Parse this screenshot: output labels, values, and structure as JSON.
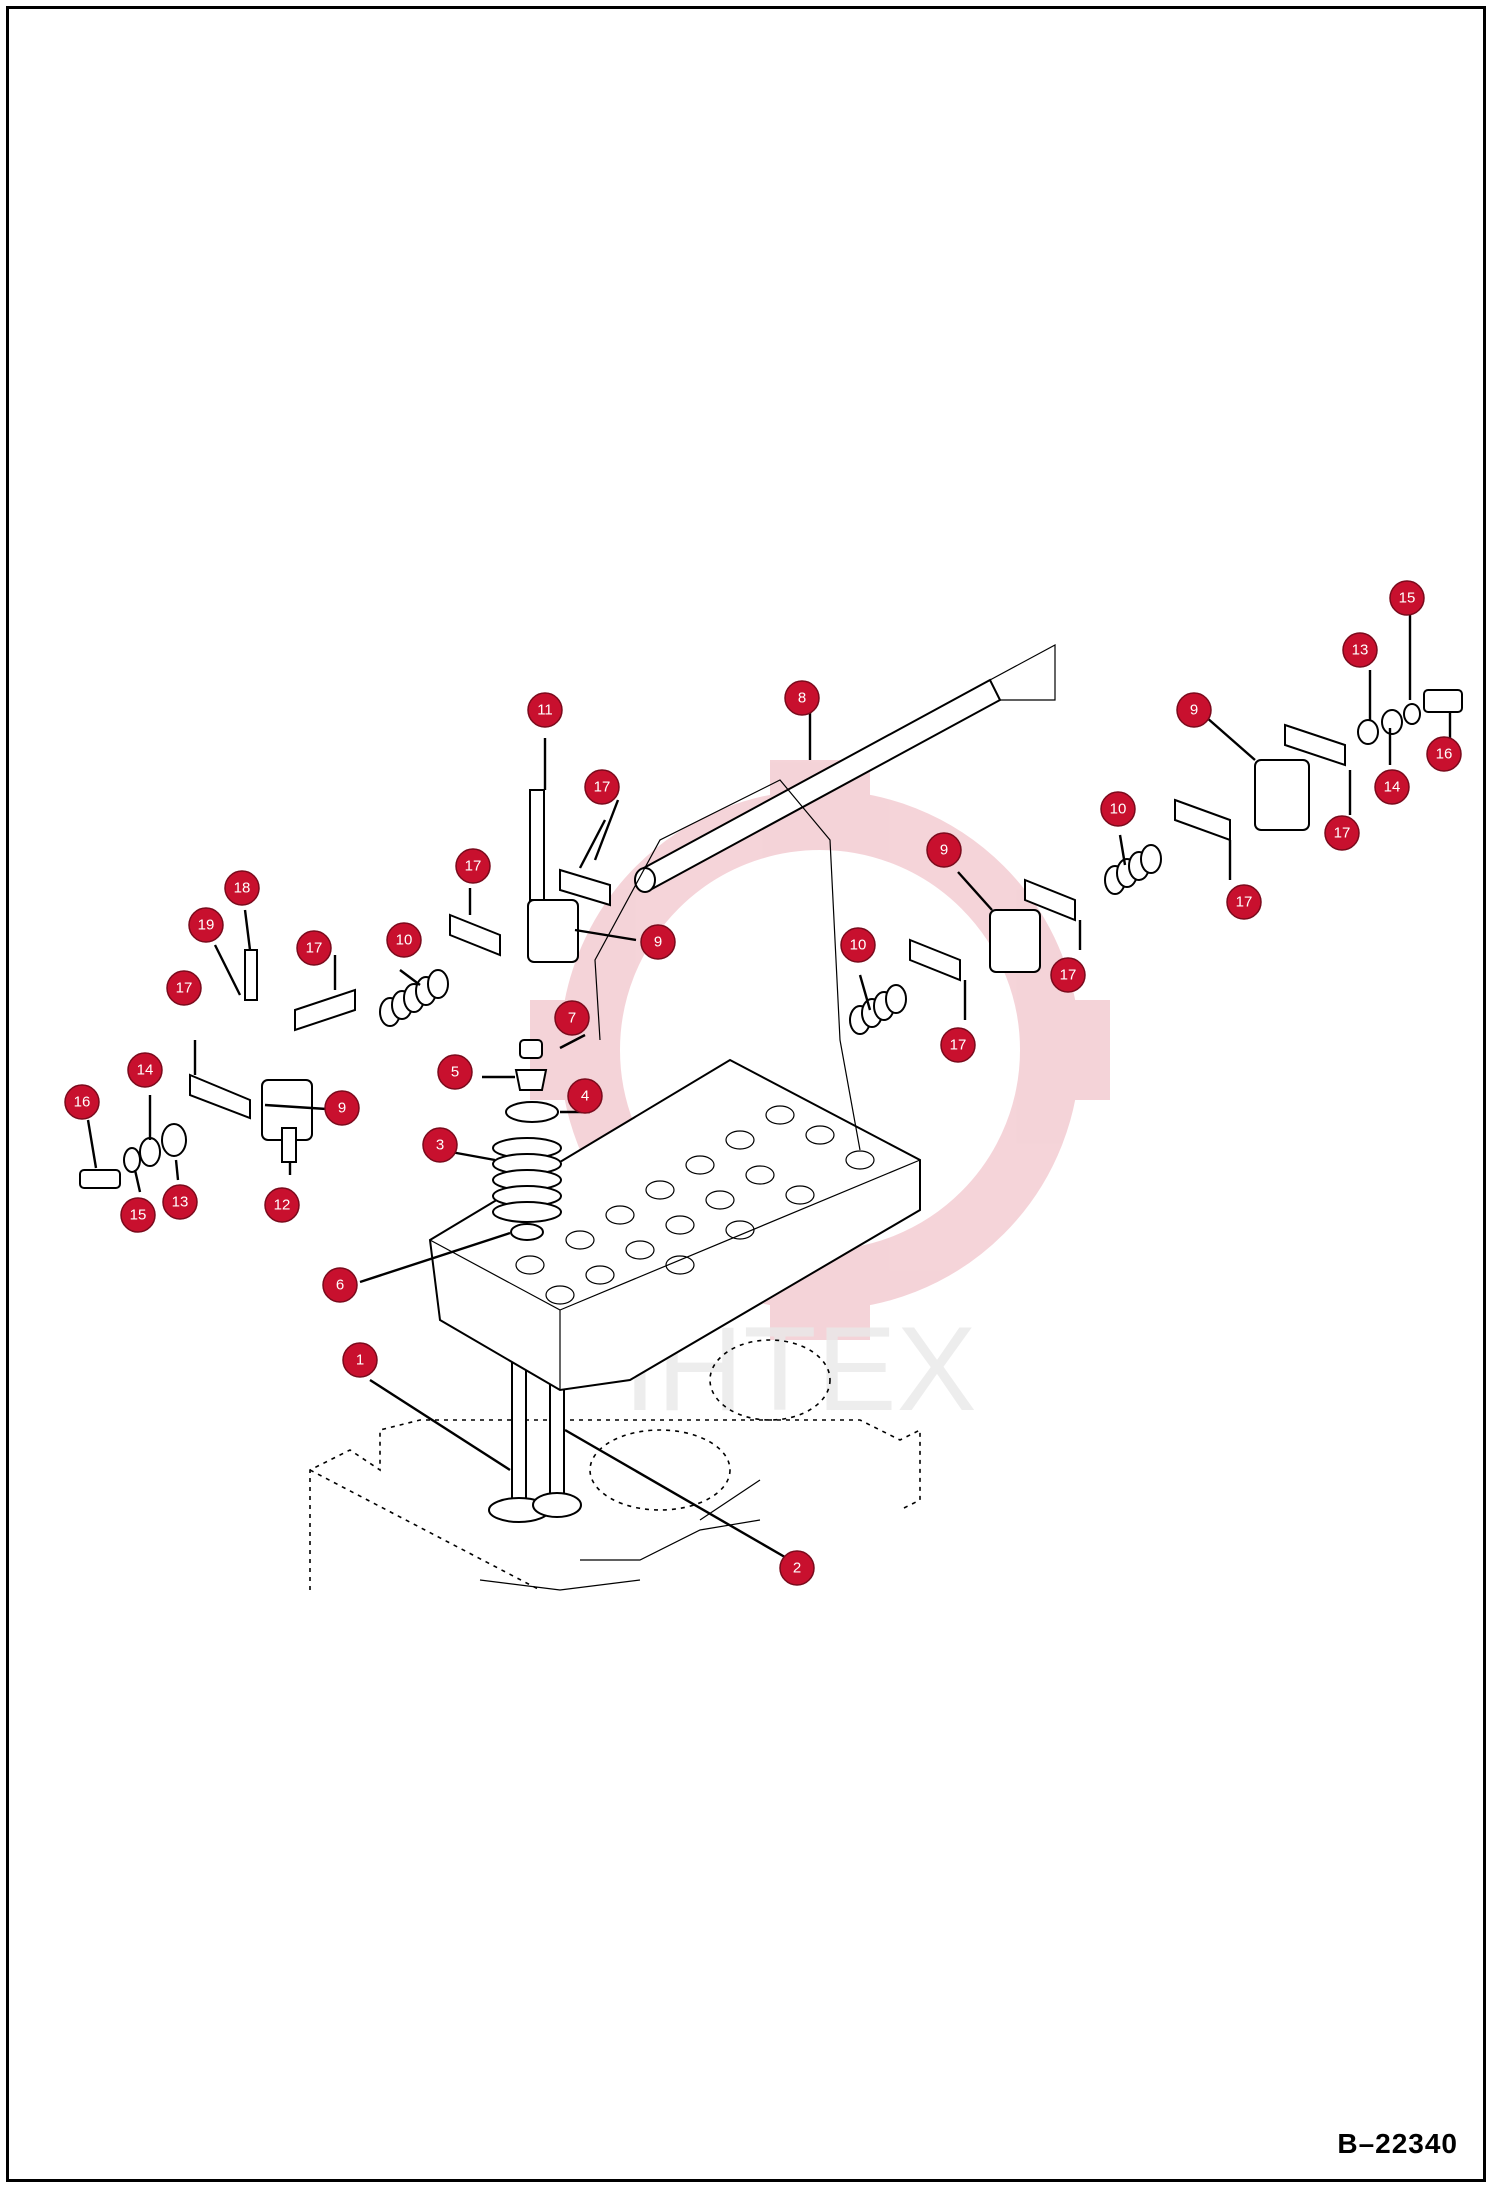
{
  "reference_code": "B–22340",
  "callouts": [
    {
      "label": "1"
    },
    {
      "label": "2"
    },
    {
      "label": "3"
    },
    {
      "label": "4"
    },
    {
      "label": "5"
    },
    {
      "label": "6"
    },
    {
      "label": "7"
    },
    {
      "label": "8"
    },
    {
      "label": "9"
    },
    {
      "label": "9"
    },
    {
      "label": "9"
    },
    {
      "label": "9"
    },
    {
      "label": "10"
    },
    {
      "label": "10"
    },
    {
      "label": "10"
    },
    {
      "label": "11"
    },
    {
      "label": "12"
    },
    {
      "label": "13"
    },
    {
      "label": "13"
    },
    {
      "label": "14"
    },
    {
      "label": "14"
    },
    {
      "label": "15"
    },
    {
      "label": "15"
    },
    {
      "label": "16"
    },
    {
      "label": "16"
    },
    {
      "label": "17"
    },
    {
      "label": "17"
    },
    {
      "label": "17"
    },
    {
      "label": "17"
    },
    {
      "label": "17"
    },
    {
      "label": "17"
    },
    {
      "label": "17"
    },
    {
      "label": "18"
    },
    {
      "label": "19"
    }
  ]
}
